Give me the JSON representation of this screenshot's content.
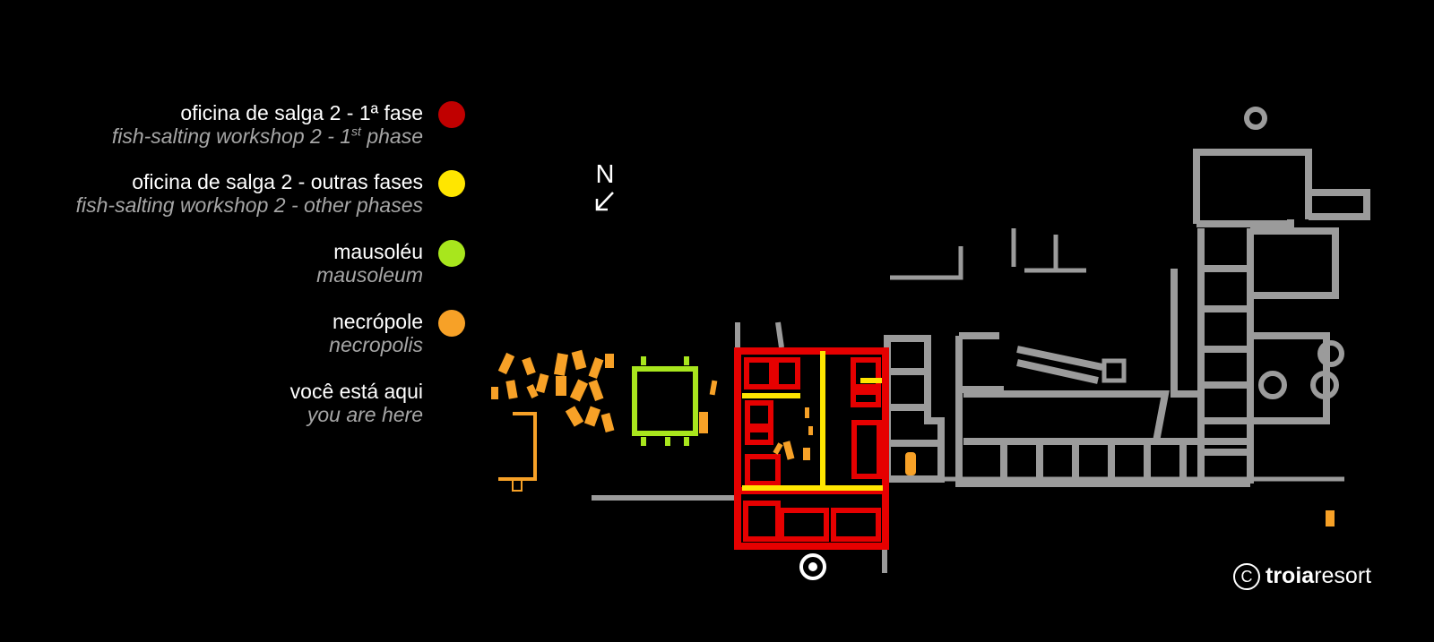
{
  "legend": {
    "items": [
      {
        "pt": "oficina de salga 2 - 1ª fase",
        "en_main": "fish-salting workshop 2 - 1",
        "en_sup": "st",
        "en_tail": " phase",
        "color": "#c00000"
      },
      {
        "pt": "oficina de salga 2 - outras fases",
        "en": "fish-salting workshop 2 - other phases",
        "color": "#ffe600"
      },
      {
        "pt": "mausoléu",
        "en": "mausoleum",
        "color": "#a8e61d"
      },
      {
        "pt": "necrópole",
        "en": "necropolis",
        "color": "#f7a127"
      },
      {
        "pt": "você está aqui",
        "en": "you are here"
      }
    ]
  },
  "compass": {
    "label": "N",
    "icon": "north-arrow-icon"
  },
  "colors": {
    "ruins": "#9b9b9b",
    "phase1": "#e60000",
    "other_phases": "#ffe600",
    "mausoleum": "#a8e61d",
    "necropolis": "#f7a127",
    "background": "#000000"
  },
  "brand": {
    "copyright_symbol": "C",
    "part1": "troia",
    "part2": "resort"
  }
}
